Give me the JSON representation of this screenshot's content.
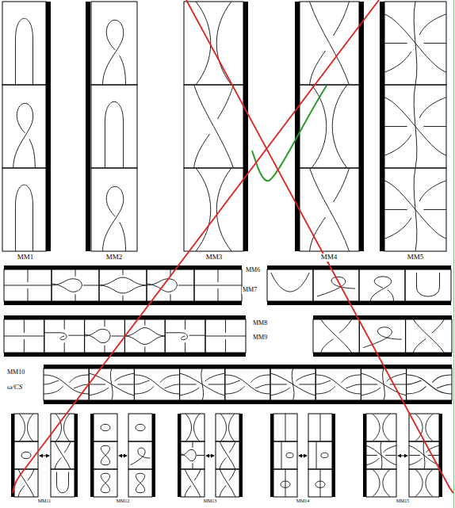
{
  "diagram": {
    "labels": [
      "MM1",
      "MM2",
      "MM3",
      "MM4",
      "MM5",
      "MM6",
      "MM7",
      "MM8",
      "MM9",
      "MM10",
      "ω/CS",
      "MM11",
      "MM12",
      "MM13",
      "MM14",
      "MM15"
    ]
  }
}
